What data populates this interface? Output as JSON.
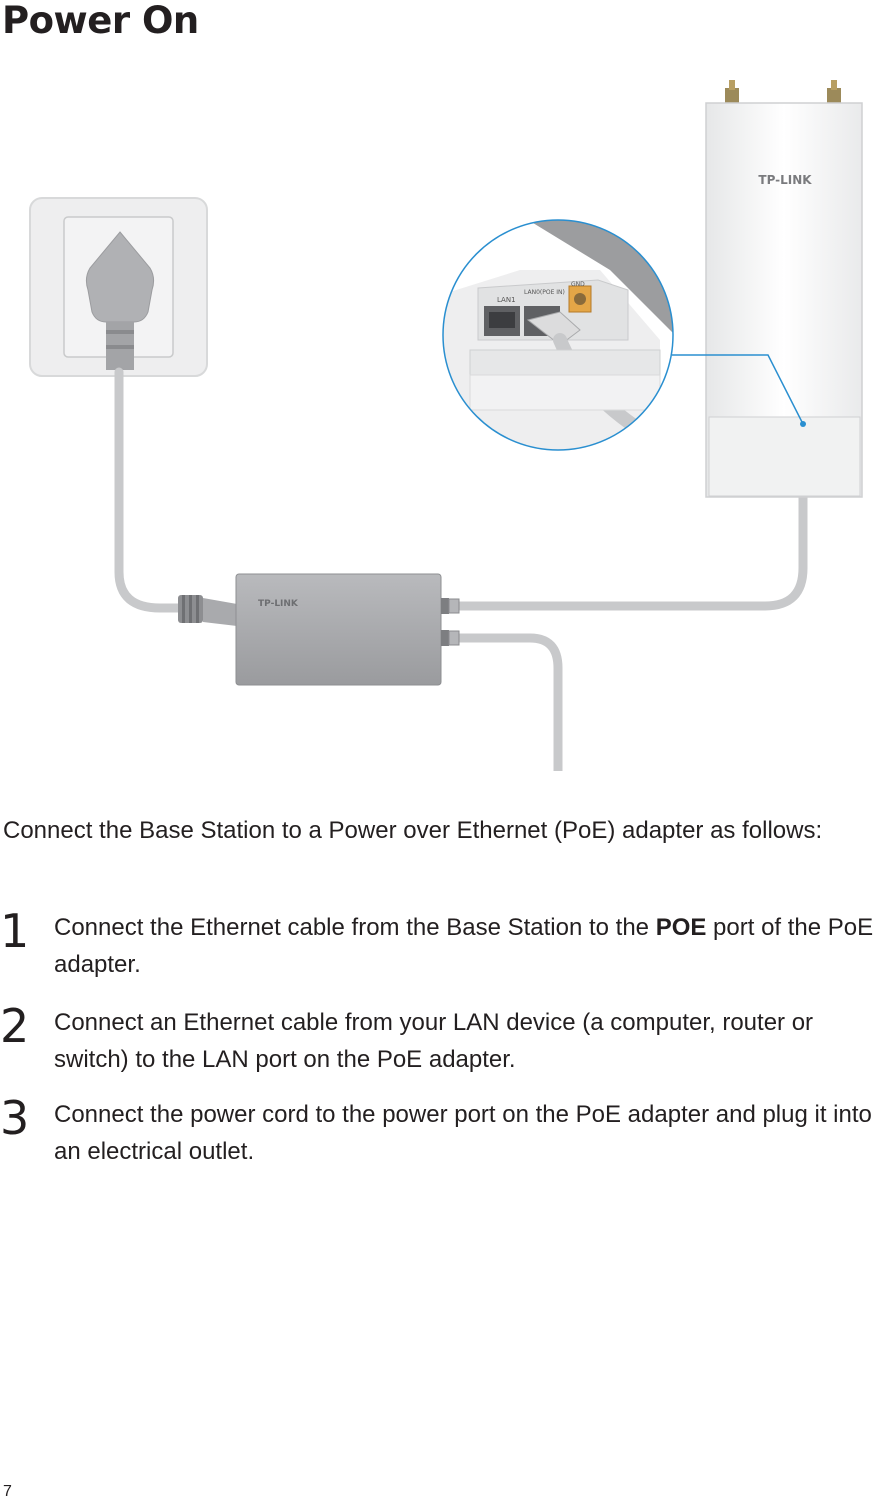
{
  "page": {
    "title": "Power On",
    "page_number": "7"
  },
  "figure": {
    "brand_device": "TP-LINK",
    "brand_adapter": "TP-LINK",
    "port_lan1": "LAN1",
    "port_lan0": "LAN0(POE IN)",
    "port_gnd": "GND"
  },
  "instructions": {
    "intro": "Connect the Base Station to a Power over Ethernet (PoE) adapter as follows:",
    "steps": [
      {
        "number": "1",
        "text_before": "Connect the Ethernet cable from the Base Station to the ",
        "highlight": "POE",
        "text_after": " port of the PoE adapter."
      },
      {
        "number": "2",
        "text": "Connect an Ethernet cable from your LAN device (a computer, router or switch) to the LAN port on the PoE adapter."
      },
      {
        "number": "3",
        "text": "Connect the power cord to the power port on the PoE adapter and plug it into an electrical outlet."
      }
    ]
  },
  "colors": {
    "text": "#231f20",
    "accent_line": "#2a8fd0",
    "cable": "#c8c9cb",
    "adapter": "#a4a5a8"
  }
}
